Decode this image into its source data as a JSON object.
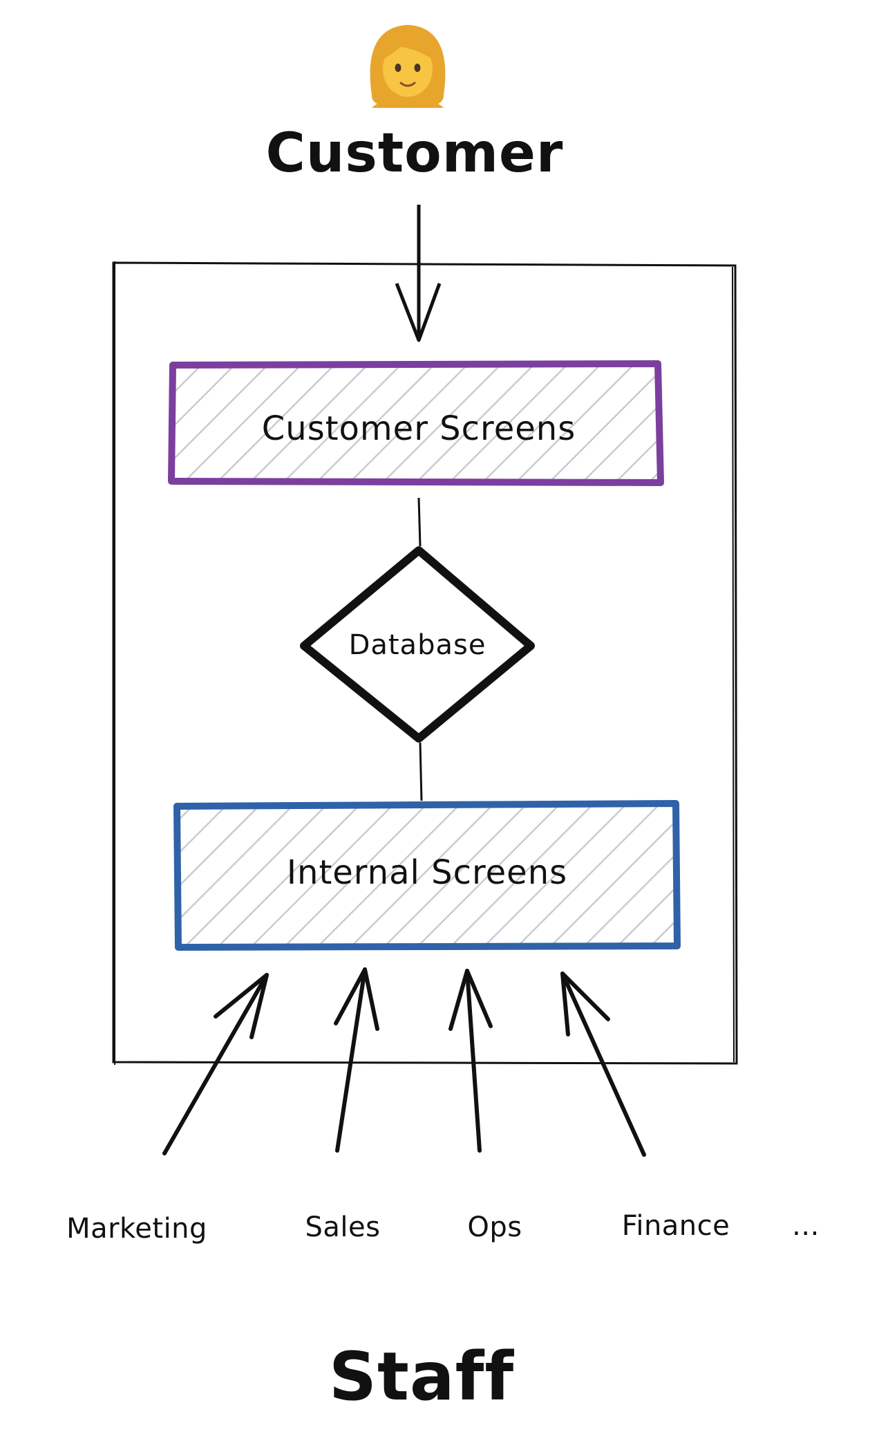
{
  "top_actor": {
    "icon": "woman-emoji-icon",
    "label": "Customer"
  },
  "nodes": {
    "customer_screens": {
      "label": "Customer Screens",
      "border_color": "#7B3F9E"
    },
    "database": {
      "label": "Database"
    },
    "internal_screens": {
      "label": "Internal Screens",
      "border_color": "#2F62A8"
    }
  },
  "departments": [
    {
      "label": "Marketing"
    },
    {
      "label": "Sales"
    },
    {
      "label": "Ops"
    },
    {
      "label": "Finance"
    },
    {
      "label": "..."
    }
  ],
  "bottom_actor": {
    "label": "Staff"
  },
  "colors": {
    "ink": "#111111",
    "hatch": "#C8CBD0",
    "purple": "#7B3F9E",
    "blue": "#2F62A8",
    "emoji_hair": "#E8A52C",
    "emoji_face": "#F7C542"
  }
}
